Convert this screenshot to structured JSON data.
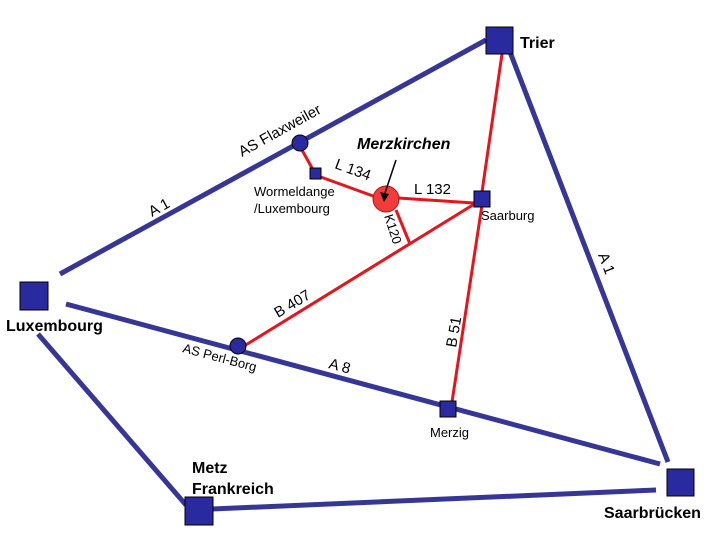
{
  "colors": {
    "motorway": "#363696",
    "local_road": "#e8141b",
    "node": "#2a2aa0",
    "merzkirchen": "#f23b3b"
  },
  "cities": {
    "trier": "Trier",
    "luxembourg": "Luxembourg",
    "metz_line1": "Metz",
    "metz_line2": "Frankreich",
    "saarbruecken": "Saarbrücken",
    "saarburg": "Saarburg",
    "merzig": "Merzig",
    "wormeldange_line1": "Wormeldange",
    "wormeldange_line2": "/Luxembourg"
  },
  "junctions": {
    "flaxweiler": "AS Flaxweiler",
    "perl_borg": "AS Perl-Borg"
  },
  "roads": {
    "a1_west": "A 1",
    "a1_east": "A 1",
    "a8": "A 8",
    "b407": "B 407",
    "b51": "B 51",
    "l132": "L 132",
    "l134": "L 134",
    "k120": "K120"
  },
  "destination": {
    "name": "Merzkirchen"
  }
}
